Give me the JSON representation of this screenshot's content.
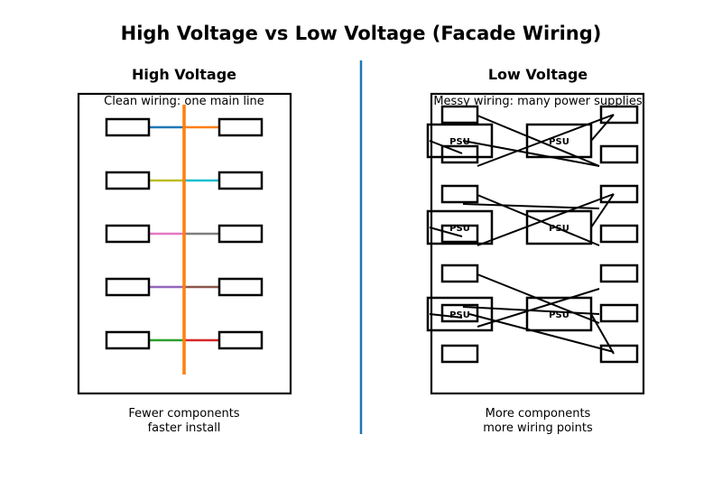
{
  "title": "High Voltage vs Low Voltage (Facade Wiring)",
  "left": {
    "heading": "High Voltage",
    "caption": "Clean wiring: one main line",
    "footer_line1": "Fewer components",
    "footer_line2": "faster install",
    "main_line_color": "#ff7f0e",
    "branch_colors_left": [
      "#1f77b4",
      "#bcbd22",
      "#e377c2",
      "#9467bd",
      "#2ca02c"
    ],
    "branch_colors_right": [
      "#ff7f0e",
      "#17becf",
      "#7f7f7f",
      "#8c564b",
      "#d62728"
    ]
  },
  "right": {
    "heading": "Low Voltage",
    "caption": "Messy wiring: many power supplies",
    "footer_line1": "More components",
    "footer_line2": "more wiring points",
    "psu_label": "PSU"
  },
  "divider_color": "#1f77b4"
}
